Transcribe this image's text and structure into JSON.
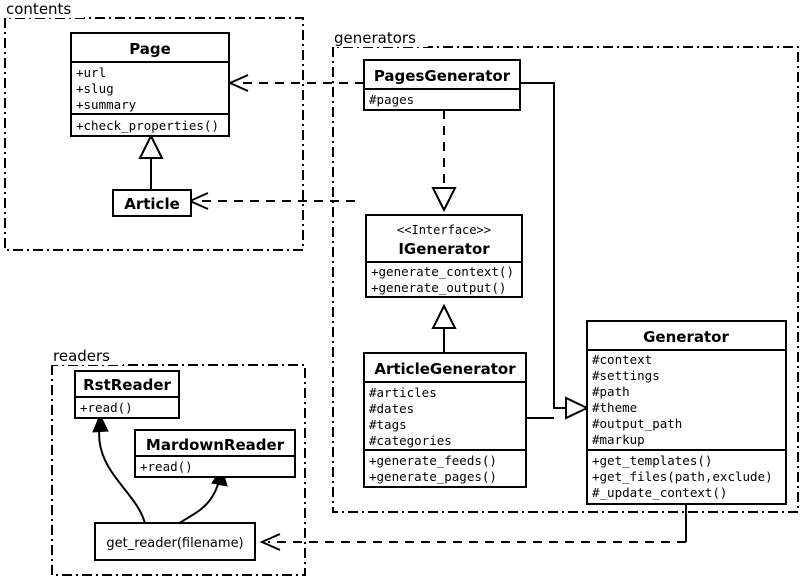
{
  "diagram": {
    "type": "uml-class-diagram",
    "packages": [
      {
        "id": "contents",
        "label": "contents"
      },
      {
        "id": "generators",
        "label": "generators"
      },
      {
        "id": "readers",
        "label": "readers"
      }
    ],
    "classes": [
      {
        "id": "page",
        "name": "Page",
        "stereotype": "",
        "attributes": [
          "+url",
          "+slug",
          "+summary"
        ],
        "methods": [
          "+check_properties()"
        ]
      },
      {
        "id": "article",
        "name": "Article",
        "stereotype": "",
        "attributes": [],
        "methods": []
      },
      {
        "id": "pages-generator",
        "name": "PagesGenerator",
        "stereotype": "",
        "attributes": [
          "#pages"
        ],
        "methods": []
      },
      {
        "id": "igenerator",
        "name": "IGenerator",
        "stereotype": "<<Interface>>",
        "attributes": [],
        "methods": [
          "+generate_context()",
          "+generate_output()"
        ]
      },
      {
        "id": "article-generator",
        "name": "ArticleGenerator",
        "stereotype": "",
        "attributes": [
          "#articles",
          "#dates",
          "#tags",
          "#categories"
        ],
        "methods": [
          "+generate_feeds()",
          "+generate_pages()"
        ]
      },
      {
        "id": "generator",
        "name": "Generator",
        "stereotype": "",
        "attributes": [
          "#context",
          "#settings",
          "#path",
          "#theme",
          "#output_path",
          "#markup"
        ],
        "methods": [
          "+get_templates()",
          "+get_files(path,exclude)",
          "#_update_context()"
        ]
      },
      {
        "id": "rst-reader",
        "name": "RstReader",
        "stereotype": "",
        "attributes": [],
        "methods": [
          "+read()"
        ]
      },
      {
        "id": "mardown-reader",
        "name": "MardownReader",
        "stereotype": "",
        "attributes": [],
        "methods": [
          "+read()"
        ]
      }
    ],
    "functions": [
      {
        "id": "get-reader",
        "label": "get_reader(filename)"
      }
    ],
    "relationships": [
      {
        "from": "article",
        "to": "page",
        "type": "generalization"
      },
      {
        "from": "pages-generator",
        "to": "igenerator",
        "type": "realization"
      },
      {
        "from": "article-generator",
        "to": "igenerator",
        "type": "generalization"
      },
      {
        "from": "pages-generator",
        "to": "generator",
        "type": "generalization"
      },
      {
        "from": "article-generator",
        "to": "generator",
        "type": "generalization"
      },
      {
        "from": "pages-generator",
        "to": "page",
        "type": "dependency"
      },
      {
        "from": "article-generator",
        "to": "article",
        "type": "dependency"
      },
      {
        "from": "generator",
        "to": "get-reader",
        "type": "dependency"
      },
      {
        "from": "get-reader",
        "to": "rst-reader",
        "type": "creates"
      },
      {
        "from": "get-reader",
        "to": "mardown-reader",
        "type": "creates"
      }
    ],
    "colors": {
      "stroke": "#000000",
      "fill": "#ffffff",
      "text": "#000000"
    }
  }
}
